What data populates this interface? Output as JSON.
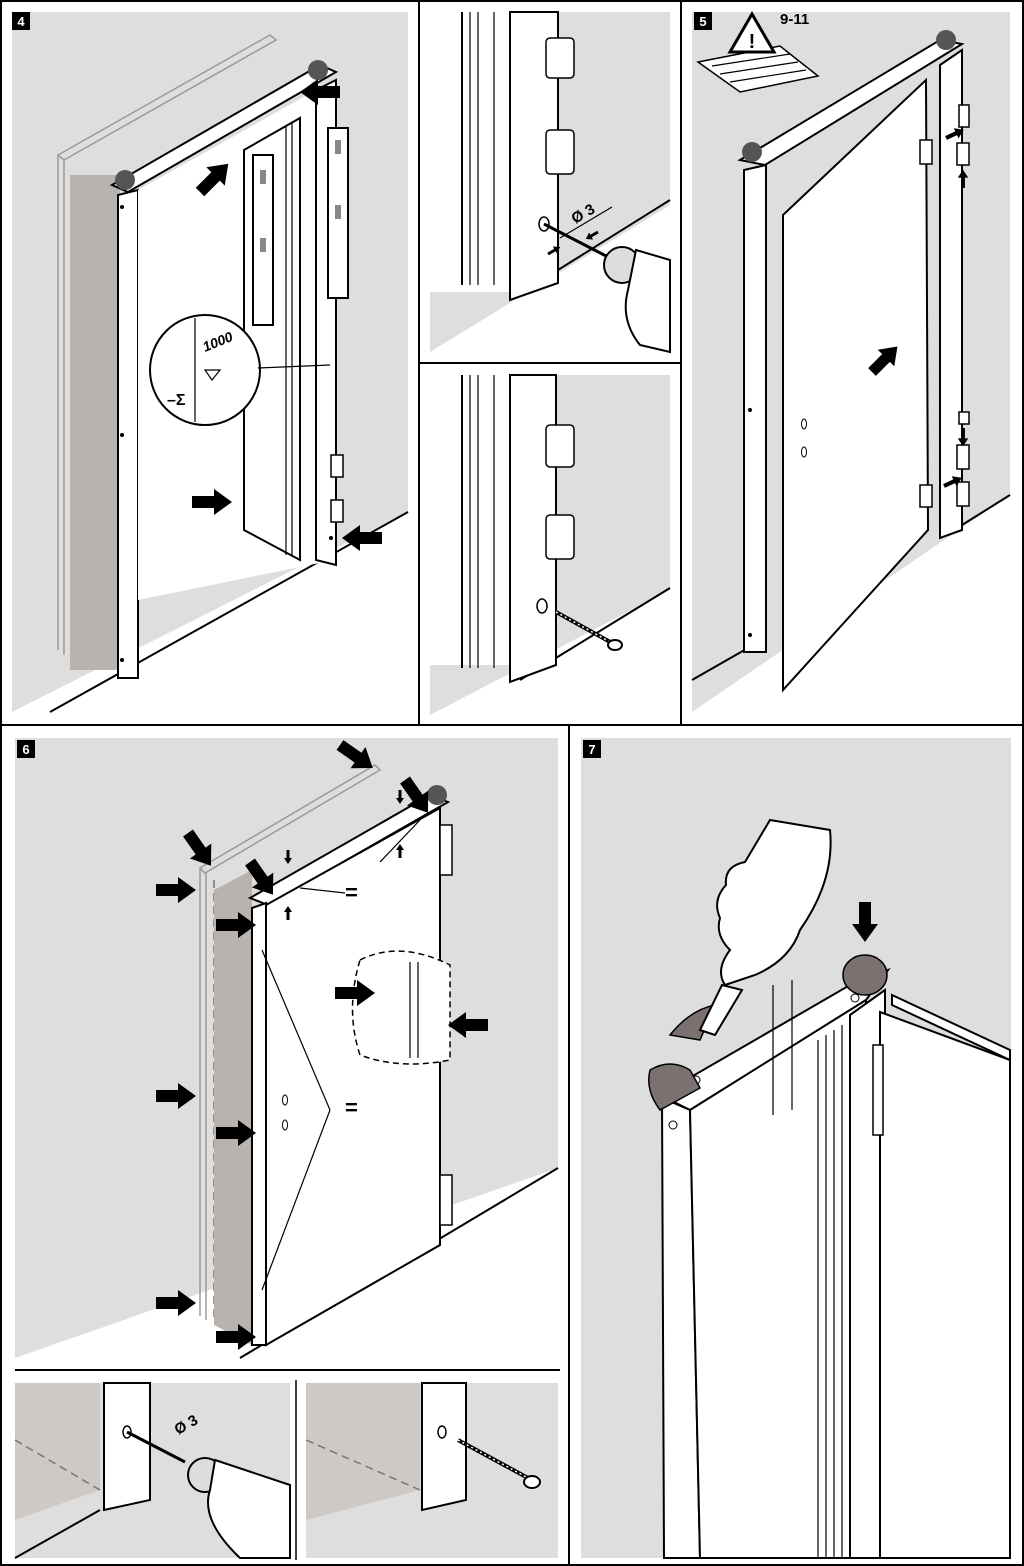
{
  "steps": {
    "step4": {
      "number": "4",
      "level_mark": "1000"
    },
    "step5": {
      "number": "5",
      "reference": "9-11"
    },
    "step6": {
      "number": "6",
      "equal_sign": "="
    },
    "step7": {
      "number": "7"
    }
  },
  "drill": {
    "diameter": "Ø 3"
  },
  "colors": {
    "wall": "#dedede",
    "shadow": "#b9b3af",
    "line": "#000000",
    "wedge": "#7a7170"
  },
  "icons": [
    "warning-icon",
    "arrow-icon",
    "drill-icon",
    "screw-icon",
    "hinge-icon",
    "wedge-icon",
    "hand-icon",
    "spirit-level-icon",
    "manual-icon"
  ]
}
